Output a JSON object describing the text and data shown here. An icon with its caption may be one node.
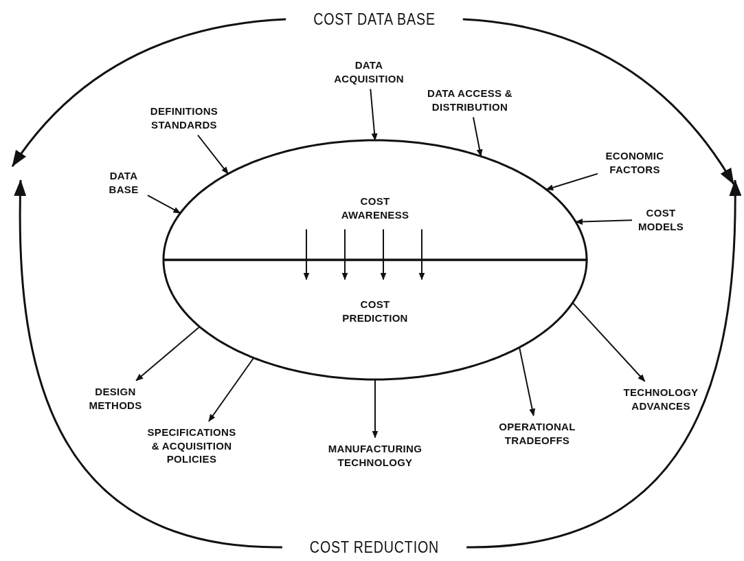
{
  "diagram": {
    "nodes": [
      {
        "text": [
          "COST DATA BASE"
        ]
      },
      {
        "text": [
          "DATA ACQUISITION"
        ]
      },
      {
        "text": [
          "DATA ACCESS & DISTRIBUTION"
        ]
      },
      {
        "text": [
          "DEFINITIONS STANDARDS"
        ]
      },
      {
        "text": [
          "ECONOMIC FACTORS"
        ]
      },
      {
        "text": [
          "DATA BASE"
        ]
      },
      {
        "text": [
          "COST AWARENESS"
        ]
      },
      {
        "text": [
          "COST MODELS"
        ]
      },
      {
        "text": [
          "COST PREDICTION"
        ]
      },
      {
        "text": [
          "DESIGN METHODS"
        ]
      },
      {
        "text": [
          "TECHNOLOGY ADVANCES"
        ]
      },
      {
        "text": [
          "SPECIFICATIONS & ACQUISITION POLICIES"
        ]
      },
      {
        "text": [
          "MANUFACTURING TECHNOLOGY"
        ]
      },
      {
        "text": [
          "OPERATIONAL TRADEOFFS"
        ]
      },
      {
        "text": [
          "COST REDUCTION"
        ]
      }
    ],
    "edges": [
      {
        "from": 0,
        "to": null,
        "arrow": "to"
      },
      {
        "from": 0,
        "to": null,
        "arrow": "to"
      },
      {
        "from": 1,
        "to": 6,
        "arrow": "to"
      },
      {
        "from": 2,
        "to": 6,
        "arrow": "to"
      },
      {
        "from": 3,
        "to": 6,
        "arrow": "to"
      },
      {
        "from": 4,
        "to": 6,
        "arrow": "to"
      },
      {
        "from": 5,
        "to": 6,
        "arrow": "to"
      },
      {
        "from": 7,
        "to": 6,
        "arrow": "to"
      },
      {
        "from": 6,
        "to": 8,
        "arrow": "to"
      },
      {
        "from": 6,
        "to": 8,
        "arrow": "to"
      },
      {
        "from": 6,
        "to": 8,
        "arrow": "to"
      },
      {
        "from": 6,
        "to": 8,
        "arrow": "to"
      },
      {
        "from": 8,
        "to": 9,
        "arrow": "to"
      },
      {
        "from": 8,
        "to": 11,
        "arrow": "to"
      },
      {
        "from": 8,
        "to": 12,
        "arrow": "to"
      },
      {
        "from": 8,
        "to": 13,
        "arrow": "to"
      },
      {
        "from": 8,
        "to": 10,
        "arrow": "to"
      },
      {
        "from": 14,
        "to": null,
        "arrow": "to"
      },
      {
        "from": 14,
        "to": null,
        "arrow": "to"
      }
    ]
  }
}
